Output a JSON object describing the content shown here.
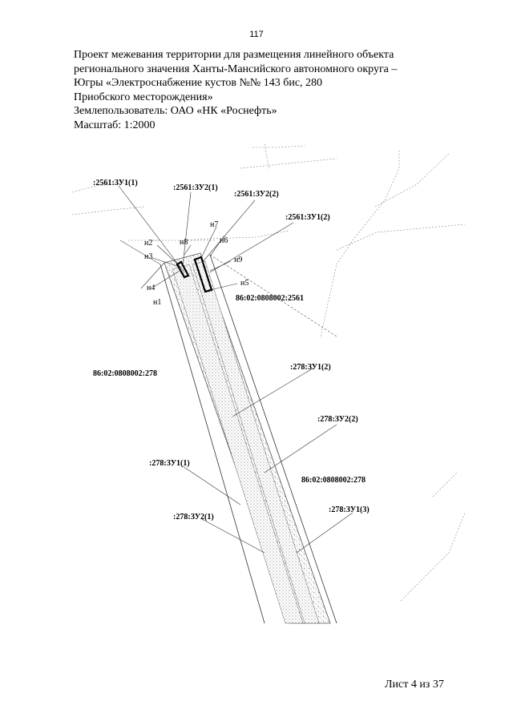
{
  "page_number": "117",
  "header": {
    "lines": [
      "Проект межевания территории для размещения линейного объекта",
      "регионального значения Ханты-Мансийского автономного округа –",
      "Югры «Электроснабжение кустов №№ 143 бис, 280",
      "Приобского месторождения»",
      "Землепользователь: ОАО «НК «Роснефть»",
      "Масштаб: 1:2000"
    ]
  },
  "map": {
    "plot_labels": {
      "zu1_2561_1": ":2561:ЗУ1(1)",
      "zu2_2561_1": ":2561:ЗУ2(1)",
      "zu2_2561_2": ":2561:ЗУ2(2)",
      "zu1_2561_2": ":2561:ЗУ1(2)",
      "zu1_278_2": ":278:ЗУ1(2)",
      "zu2_278_2": ":278:ЗУ2(2)",
      "zu1_278_1": ":278:ЗУ1(1)",
      "zu2_278_1": ":278:ЗУ2(1)",
      "zu1_278_3": ":278:ЗУ1(3)"
    },
    "cadastral_labels": {
      "c2561": "86:02:0808002:2561",
      "c278_left": "86:02:0808002:278",
      "c278_right": "86:02:0808002:278"
    },
    "points": {
      "n1": "н1",
      "n2": "н2",
      "n3": "н3",
      "n4": "н4",
      "n5": "н5",
      "n6": "н6",
      "n7": "н7",
      "n8": "н8",
      "n9": "н9"
    }
  },
  "footer": {
    "sheet": "Лист 4 из 37"
  }
}
